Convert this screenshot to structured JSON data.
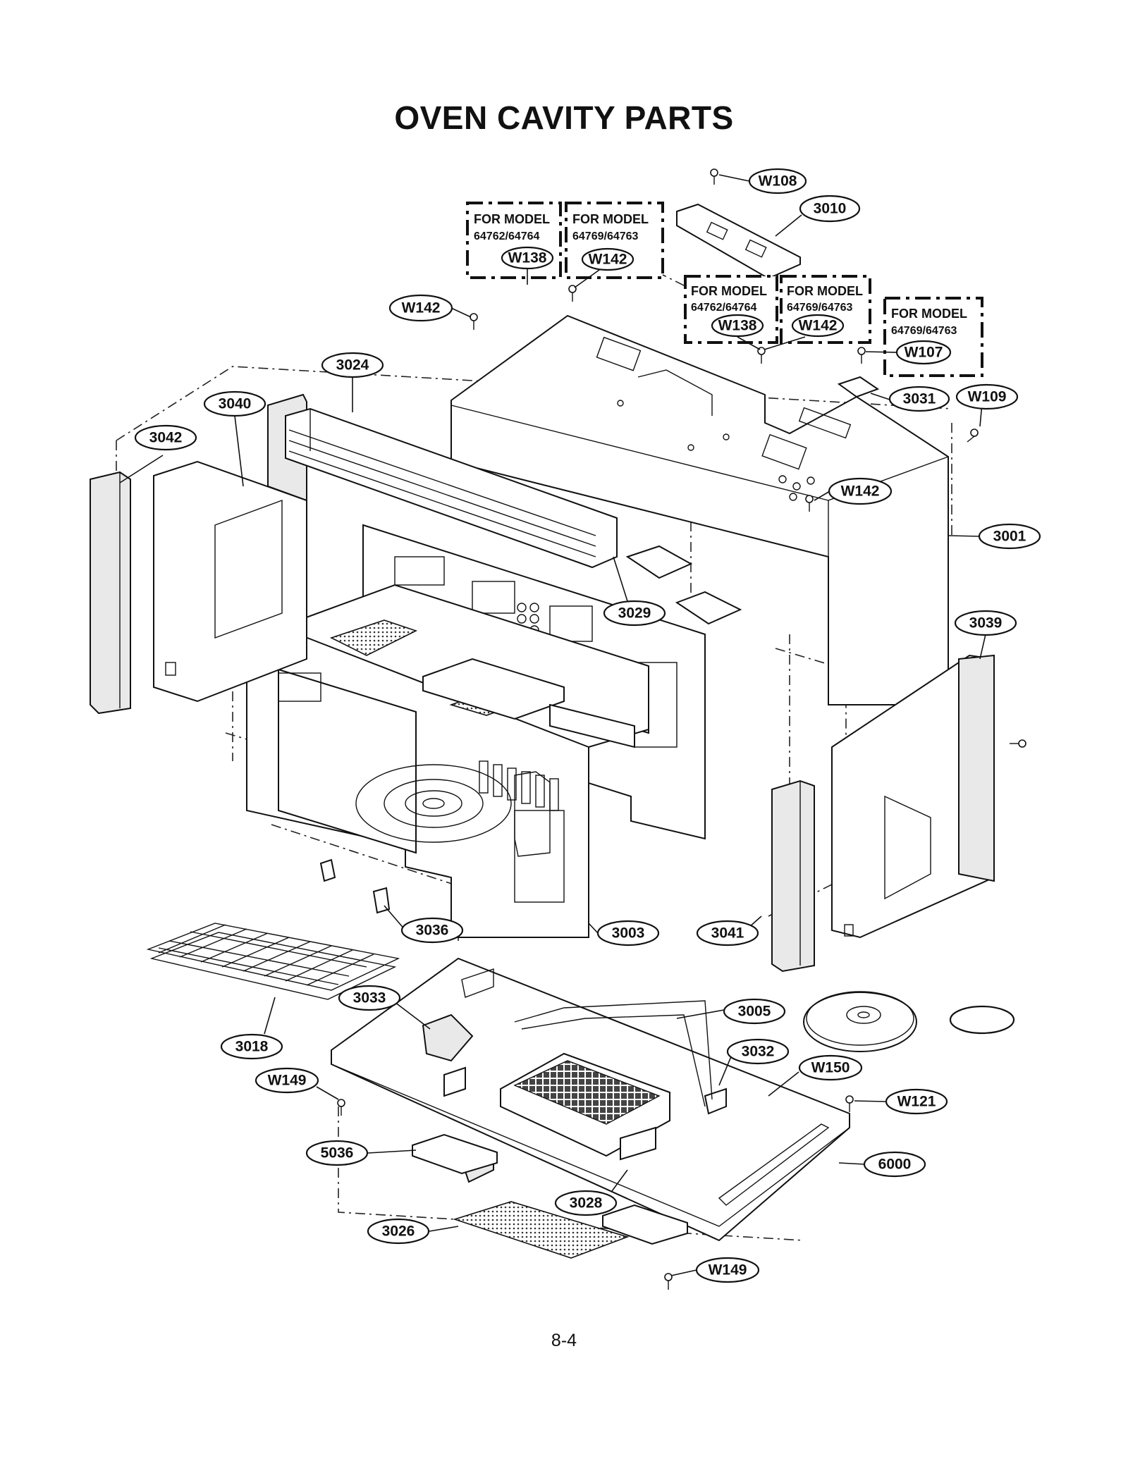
{
  "page": {
    "title": "OVEN CAVITY PARTS",
    "page_number": "8-4"
  },
  "model_boxes": [
    {
      "heading": "FOR MODEL",
      "models": "64762/64764",
      "part": "W138"
    },
    {
      "heading": "FOR MODEL",
      "models": "64769/64763",
      "part": "W142"
    },
    {
      "heading": "FOR MODEL",
      "models": "64762/64764",
      "part": "W138"
    },
    {
      "heading": "FOR MODEL",
      "models": "64769/64763",
      "part": "W142"
    },
    {
      "heading": "FOR MODEL",
      "models": "64769/64763",
      "part": "W107"
    }
  ],
  "callouts": [
    {
      "id": "w108",
      "label": "W108"
    },
    {
      "id": "3010",
      "label": "3010"
    },
    {
      "id": "w142-top",
      "label": "W142"
    },
    {
      "id": "3024",
      "label": "3024"
    },
    {
      "id": "3040",
      "label": "3040"
    },
    {
      "id": "3042",
      "label": "3042"
    },
    {
      "id": "3031",
      "label": "3031"
    },
    {
      "id": "w109",
      "label": "W109"
    },
    {
      "id": "w142-right",
      "label": "W142"
    },
    {
      "id": "3001",
      "label": "3001"
    },
    {
      "id": "3029",
      "label": "3029"
    },
    {
      "id": "3039",
      "label": "3039"
    },
    {
      "id": "3036",
      "label": "3036"
    },
    {
      "id": "3003",
      "label": "3003"
    },
    {
      "id": "3041",
      "label": "3041"
    },
    {
      "id": "3033",
      "label": "3033"
    },
    {
      "id": "3018",
      "label": "3018"
    },
    {
      "id": "3005",
      "label": "3005"
    },
    {
      "id": "3032",
      "label": "3032"
    },
    {
      "id": "w150",
      "label": "W150"
    },
    {
      "id": "w149-left",
      "label": "W149"
    },
    {
      "id": "w121",
      "label": "W121"
    },
    {
      "id": "5036",
      "label": "5036"
    },
    {
      "id": "6000",
      "label": "6000"
    },
    {
      "id": "3028",
      "label": "3028"
    },
    {
      "id": "3026",
      "label": "3026"
    },
    {
      "id": "w149-bottom",
      "label": "W149"
    },
    {
      "id": "turntable",
      "label": ""
    }
  ]
}
